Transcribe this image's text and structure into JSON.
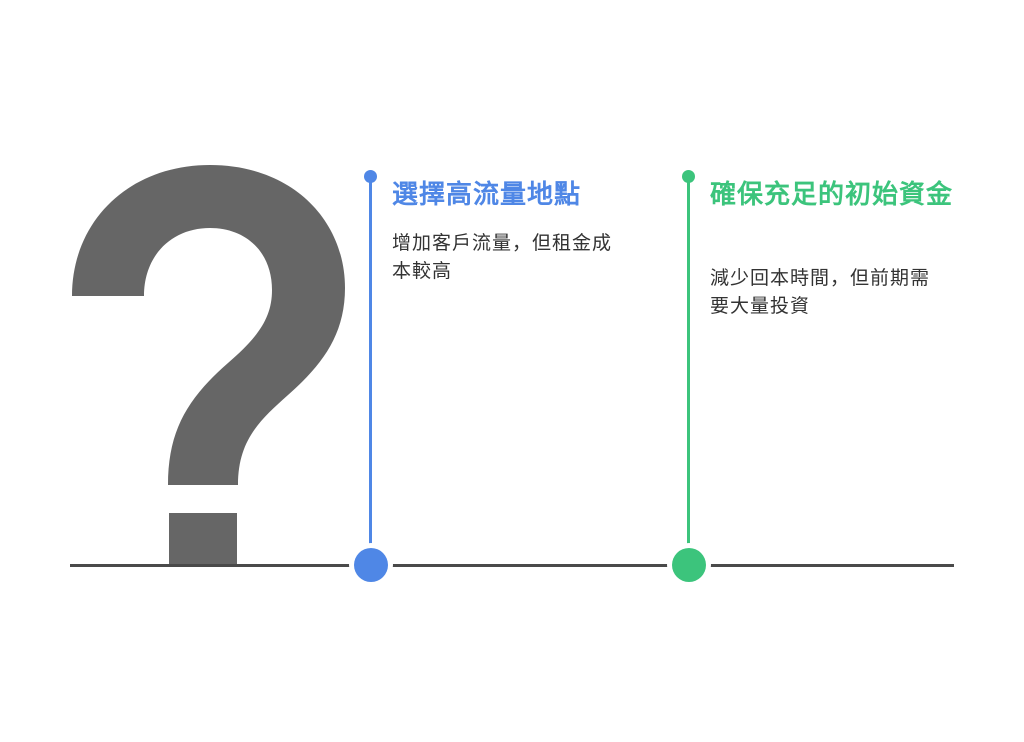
{
  "colors": {
    "blue": "#4f87e6",
    "green": "#3cc47c",
    "question_mark": "#666666",
    "timeline": "#4a4a4a"
  },
  "decoration": {
    "icon": "question-mark-icon"
  },
  "options": [
    {
      "title": "選擇高流量地點",
      "description": "增加客戶流量，但租金成本較高",
      "color": "blue"
    },
    {
      "title": "確保充足的初始資金",
      "description": "減少回本時間，但前期需要大量投資",
      "color": "green"
    }
  ]
}
